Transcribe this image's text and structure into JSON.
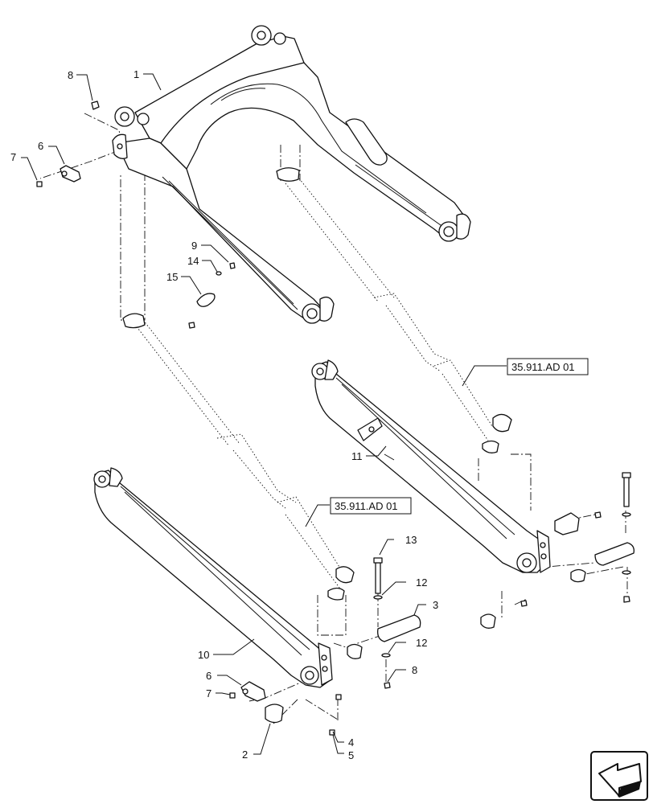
{
  "diagram": {
    "callouts": [
      {
        "id": "c1",
        "text": "1"
      },
      {
        "id": "c2",
        "text": "2"
      },
      {
        "id": "c3",
        "text": "3"
      },
      {
        "id": "c4",
        "text": "4"
      },
      {
        "id": "c5",
        "text": "5"
      },
      {
        "id": "c6a",
        "text": "6"
      },
      {
        "id": "c6b",
        "text": "6"
      },
      {
        "id": "c7a",
        "text": "7"
      },
      {
        "id": "c7b",
        "text": "7"
      },
      {
        "id": "c8a",
        "text": "8"
      },
      {
        "id": "c8b",
        "text": "8"
      },
      {
        "id": "c9",
        "text": "9"
      },
      {
        "id": "c10",
        "text": "10"
      },
      {
        "id": "c11",
        "text": "11"
      },
      {
        "id": "c12a",
        "text": "12"
      },
      {
        "id": "c12b",
        "text": "12"
      },
      {
        "id": "c13",
        "text": "13"
      },
      {
        "id": "c14",
        "text": "14"
      },
      {
        "id": "c15",
        "text": "15"
      }
    ],
    "references": [
      {
        "id": "ref_upper",
        "text": "35.911.AD 01"
      },
      {
        "id": "ref_lower",
        "text": "35.911.AD 01"
      }
    ],
    "nav_icon": "next-page-arrow-icon"
  }
}
